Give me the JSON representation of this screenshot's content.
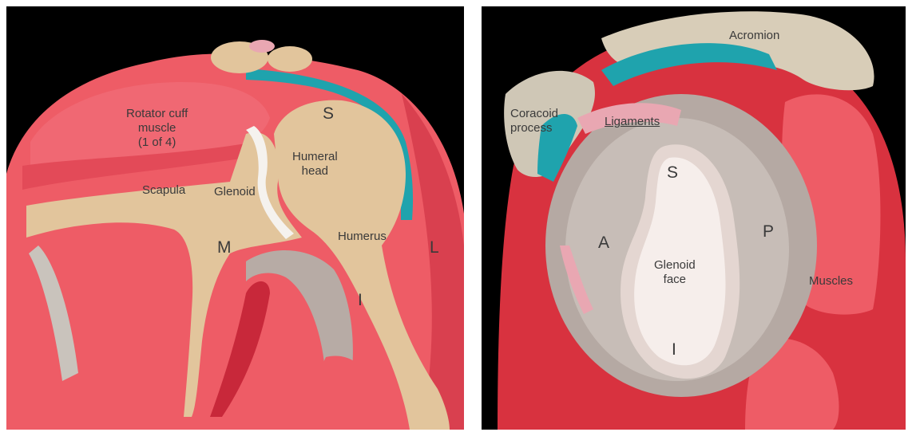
{
  "colors": {
    "background": "#000000",
    "muscle": "#ee5c66",
    "muscle_dark": "#c8283a",
    "bone": "#e2c59c",
    "bone_grey": "#cfc7b6",
    "tendon_teal": "#1fa3ad",
    "cartilage": "#f3e5e1",
    "ligament_pink": "#e9a7b2",
    "label_text": "#3a3a3a"
  },
  "left_panel": {
    "labels": {
      "rotator_cuff": "Rotator cuff\nmuscle\n(1 of 4)",
      "scapula": "Scapula",
      "glenoid": "Glenoid",
      "humeral_head": "Humeral\nhead",
      "humerus": "Humerus",
      "superior": "S",
      "medial": "M",
      "lateral": "L",
      "inferior": "I"
    }
  },
  "right_panel": {
    "labels": {
      "acromion": "Acromion",
      "coracoid": "Coracoid\nprocess",
      "ligaments": "Ligaments",
      "superior": "S",
      "anterior": "A",
      "posterior": "P",
      "glenoid_face": "Glenoid\nface",
      "muscles": "Muscles",
      "inferior": "I"
    }
  }
}
